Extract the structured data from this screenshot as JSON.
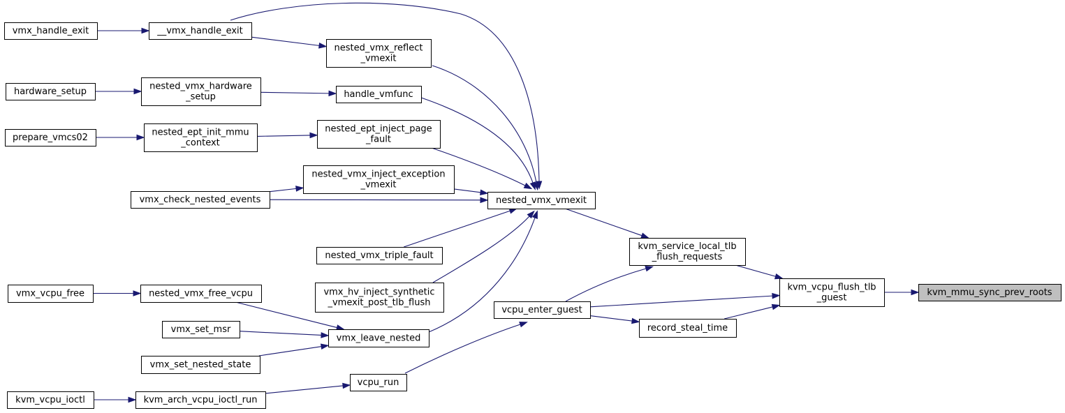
{
  "graph": {
    "nodes": [
      {
        "id": "vmx_handle_exit",
        "lines": [
          "vmx_handle_exit"
        ]
      },
      {
        "id": "__vmx_handle_exit",
        "lines": [
          "__vmx_handle_exit"
        ]
      },
      {
        "id": "nested_vmx_reflect_vmexit",
        "lines": [
          "nested_vmx_reflect",
          "_vmexit"
        ]
      },
      {
        "id": "hardware_setup",
        "lines": [
          "hardware_setup"
        ]
      },
      {
        "id": "nested_vmx_hardware_setup",
        "lines": [
          "nested_vmx_hardware",
          "_setup"
        ]
      },
      {
        "id": "handle_vmfunc",
        "lines": [
          "handle_vmfunc"
        ]
      },
      {
        "id": "prepare_vmcs02",
        "lines": [
          "prepare_vmcs02"
        ]
      },
      {
        "id": "nested_ept_init_mmu_context",
        "lines": [
          "nested_ept_init_mmu",
          "_context"
        ]
      },
      {
        "id": "nested_ept_inject_page_fault",
        "lines": [
          "nested_ept_inject_page",
          "_fault"
        ]
      },
      {
        "id": "nested_vmx_inject_exception_vmexit",
        "lines": [
          "nested_vmx_inject_exception",
          "_vmexit"
        ]
      },
      {
        "id": "vmx_check_nested_events",
        "lines": [
          "vmx_check_nested_events"
        ]
      },
      {
        "id": "nested_vmx_vmexit",
        "lines": [
          "nested_vmx_vmexit"
        ]
      },
      {
        "id": "nested_vmx_triple_fault",
        "lines": [
          "nested_vmx_triple_fault"
        ]
      },
      {
        "id": "vmx_hv_inject_synthetic_vmexit_post_tlb_flush",
        "lines": [
          "vmx_hv_inject_synthetic",
          "_vmexit_post_tlb_flush"
        ]
      },
      {
        "id": "kvm_service_local_tlb_flush_requests",
        "lines": [
          "kvm_service_local_tlb",
          "_flush_requests"
        ]
      },
      {
        "id": "vmx_vcpu_free",
        "lines": [
          "vmx_vcpu_free"
        ]
      },
      {
        "id": "nested_vmx_free_vcpu",
        "lines": [
          "nested_vmx_free_vcpu"
        ]
      },
      {
        "id": "vcpu_enter_guest",
        "lines": [
          "vcpu_enter_guest"
        ]
      },
      {
        "id": "kvm_vcpu_flush_tlb_guest",
        "lines": [
          "kvm_vcpu_flush_tlb",
          "_guest"
        ]
      },
      {
        "id": "kvm_mmu_sync_prev_roots",
        "lines": [
          "kvm_mmu_sync_prev_roots"
        ],
        "focus": true
      },
      {
        "id": "vmx_set_msr",
        "lines": [
          "vmx_set_msr"
        ]
      },
      {
        "id": "vmx_leave_nested",
        "lines": [
          "vmx_leave_nested"
        ]
      },
      {
        "id": "record_steal_time",
        "lines": [
          "record_steal_time"
        ]
      },
      {
        "id": "vmx_set_nested_state",
        "lines": [
          "vmx_set_nested_state"
        ]
      },
      {
        "id": "vcpu_run",
        "lines": [
          "vcpu_run"
        ]
      },
      {
        "id": "kvm_vcpu_ioctl",
        "lines": [
          "kvm_vcpu_ioctl"
        ]
      },
      {
        "id": "kvm_arch_vcpu_ioctl_run",
        "lines": [
          "kvm_arch_vcpu_ioctl_run"
        ]
      }
    ],
    "edges": [
      {
        "from": "kvm_vcpu_flush_tlb_guest",
        "to": "kvm_mmu_sync_prev_roots"
      },
      {
        "from": "kvm_service_local_tlb_flush_requests",
        "to": "kvm_vcpu_flush_tlb_guest"
      },
      {
        "from": "vcpu_enter_guest",
        "to": "kvm_vcpu_flush_tlb_guest"
      },
      {
        "from": "record_steal_time",
        "to": "kvm_vcpu_flush_tlb_guest"
      },
      {
        "from": "nested_vmx_vmexit",
        "to": "kvm_service_local_tlb_flush_requests"
      },
      {
        "from": "vcpu_enter_guest",
        "to": "kvm_service_local_tlb_flush_requests"
      },
      {
        "from": "vcpu_enter_guest",
        "to": "record_steal_time"
      },
      {
        "from": "vcpu_run",
        "to": "vcpu_enter_guest"
      },
      {
        "from": "kvm_arch_vcpu_ioctl_run",
        "to": "vcpu_run"
      },
      {
        "from": "kvm_vcpu_ioctl",
        "to": "kvm_arch_vcpu_ioctl_run"
      },
      {
        "from": "__vmx_handle_exit",
        "to": "nested_vmx_vmexit"
      },
      {
        "from": "nested_vmx_reflect_vmexit",
        "to": "nested_vmx_vmexit"
      },
      {
        "from": "handle_vmfunc",
        "to": "nested_vmx_vmexit"
      },
      {
        "from": "nested_ept_inject_page_fault",
        "to": "nested_vmx_vmexit"
      },
      {
        "from": "nested_vmx_inject_exception_vmexit",
        "to": "nested_vmx_vmexit"
      },
      {
        "from": "vmx_check_nested_events",
        "to": "nested_vmx_vmexit"
      },
      {
        "from": "nested_vmx_triple_fault",
        "to": "nested_vmx_vmexit"
      },
      {
        "from": "vmx_hv_inject_synthetic_vmexit_post_tlb_flush",
        "to": "nested_vmx_vmexit"
      },
      {
        "from": "vmx_leave_nested",
        "to": "nested_vmx_vmexit"
      },
      {
        "from": "vmx_handle_exit",
        "to": "__vmx_handle_exit"
      },
      {
        "from": "__vmx_handle_exit",
        "to": "nested_vmx_reflect_vmexit"
      },
      {
        "from": "hardware_setup",
        "to": "nested_vmx_hardware_setup"
      },
      {
        "from": "nested_vmx_hardware_setup",
        "to": "handle_vmfunc"
      },
      {
        "from": "prepare_vmcs02",
        "to": "nested_ept_init_mmu_context"
      },
      {
        "from": "nested_ept_init_mmu_context",
        "to": "nested_ept_inject_page_fault"
      },
      {
        "from": "vmx_check_nested_events",
        "to": "nested_vmx_inject_exception_vmexit"
      },
      {
        "from": "vmx_vcpu_free",
        "to": "nested_vmx_free_vcpu"
      },
      {
        "from": "nested_vmx_free_vcpu",
        "to": "vmx_leave_nested"
      },
      {
        "from": "vmx_set_msr",
        "to": "vmx_leave_nested"
      },
      {
        "from": "vmx_set_nested_state",
        "to": "vmx_leave_nested"
      }
    ],
    "colors": {
      "edge": "#191970",
      "node_border": "#000000",
      "node_fill": "#ffffff",
      "focus_fill": "#bfbfbf",
      "text": "#000000"
    }
  }
}
